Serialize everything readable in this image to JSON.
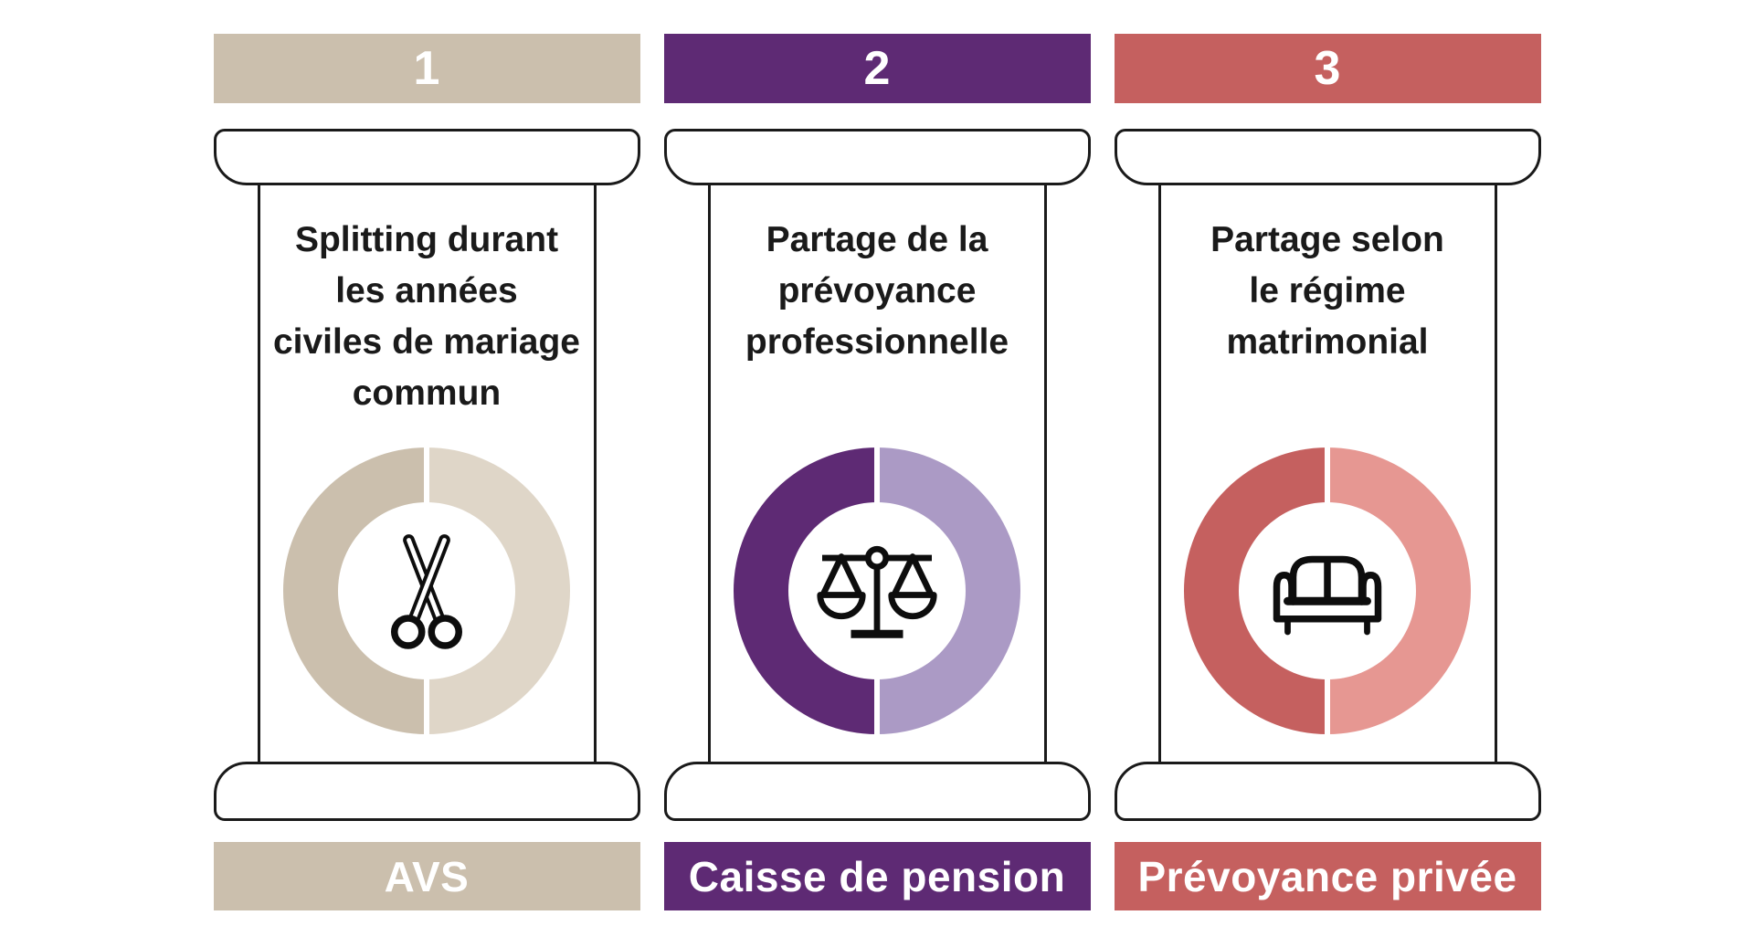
{
  "colors": {
    "pillar1_main": "#CBBFAD",
    "pillar1_light": "#DFD6C8",
    "pillar2_main": "#5E2A74",
    "pillar2_light": "#AB9AC5",
    "pillar3_main": "#C5605F",
    "pillar3_light": "#E69792",
    "pillar_outline": "#1A1A1A",
    "icon_stroke": "#0D0D0D",
    "text": "#1A1A1A",
    "background": "#FFFFFF",
    "band_text": "#FFFFFF"
  },
  "pillars": [
    {
      "number": "1",
      "text_lines": [
        "Splitting durant",
        "les années",
        "civiles de mariage",
        "commun"
      ],
      "footer_label": "AVS",
      "icon": "scissors-icon",
      "donut": {
        "left_percent": 50,
        "right_percent": 50
      }
    },
    {
      "number": "2",
      "text_lines": [
        "Partage de la",
        "prévoyance",
        "professionnelle"
      ],
      "footer_label": "Caisse de pension",
      "icon": "balance-scale-icon",
      "donut": {
        "left_percent": 50,
        "right_percent": 50
      }
    },
    {
      "number": "3",
      "text_lines": [
        "Partage selon",
        "le régime",
        "matrimonial"
      ],
      "footer_label": "Prévoyance privée",
      "icon": "sofa-icon",
      "donut": {
        "left_percent": 50,
        "right_percent": 50
      }
    }
  ]
}
